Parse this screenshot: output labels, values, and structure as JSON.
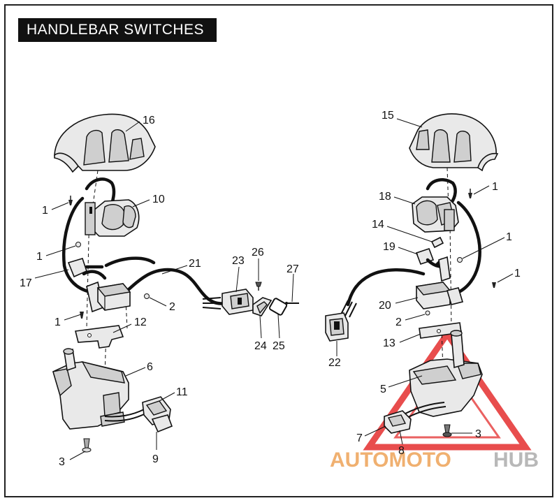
{
  "title": "HANDLEBAR SWITCHES",
  "callouts": [
    {
      "id": "c16",
      "label": "16"
    },
    {
      "id": "c10",
      "label": "10"
    },
    {
      "id": "c1a",
      "label": "1"
    },
    {
      "id": "c1b",
      "label": "1"
    },
    {
      "id": "c17",
      "label": "17"
    },
    {
      "id": "c21",
      "label": "21"
    },
    {
      "id": "c23",
      "label": "23"
    },
    {
      "id": "c26",
      "label": "26"
    },
    {
      "id": "c27",
      "label": "27"
    },
    {
      "id": "c2a",
      "label": "2"
    },
    {
      "id": "c1c",
      "label": "1"
    },
    {
      "id": "c12",
      "label": "12"
    },
    {
      "id": "c24",
      "label": "24"
    },
    {
      "id": "c25",
      "label": "25"
    },
    {
      "id": "c6",
      "label": "6"
    },
    {
      "id": "c11",
      "label": "11"
    },
    {
      "id": "c3a",
      "label": "3"
    },
    {
      "id": "c9",
      "label": "9"
    },
    {
      "id": "c15",
      "label": "15"
    },
    {
      "id": "c1d",
      "label": "1"
    },
    {
      "id": "c18",
      "label": "18"
    },
    {
      "id": "c14",
      "label": "14"
    },
    {
      "id": "c1e",
      "label": "1"
    },
    {
      "id": "c19",
      "label": "19"
    },
    {
      "id": "c1f",
      "label": "1"
    },
    {
      "id": "c20",
      "label": "20"
    },
    {
      "id": "c2b",
      "label": "2"
    },
    {
      "id": "c13",
      "label": "13"
    },
    {
      "id": "c22",
      "label": "22"
    },
    {
      "id": "c5",
      "label": "5"
    },
    {
      "id": "c7",
      "label": "7"
    },
    {
      "id": "c8",
      "label": "8"
    },
    {
      "id": "c3b",
      "label": "3"
    }
  ],
  "watermark": {
    "part1": "AUTOMOTO",
    "part2": "HUB",
    "color1": "#f0b070",
    "color2": "#b8b8b8",
    "triangle_color": "#e53a3a"
  }
}
